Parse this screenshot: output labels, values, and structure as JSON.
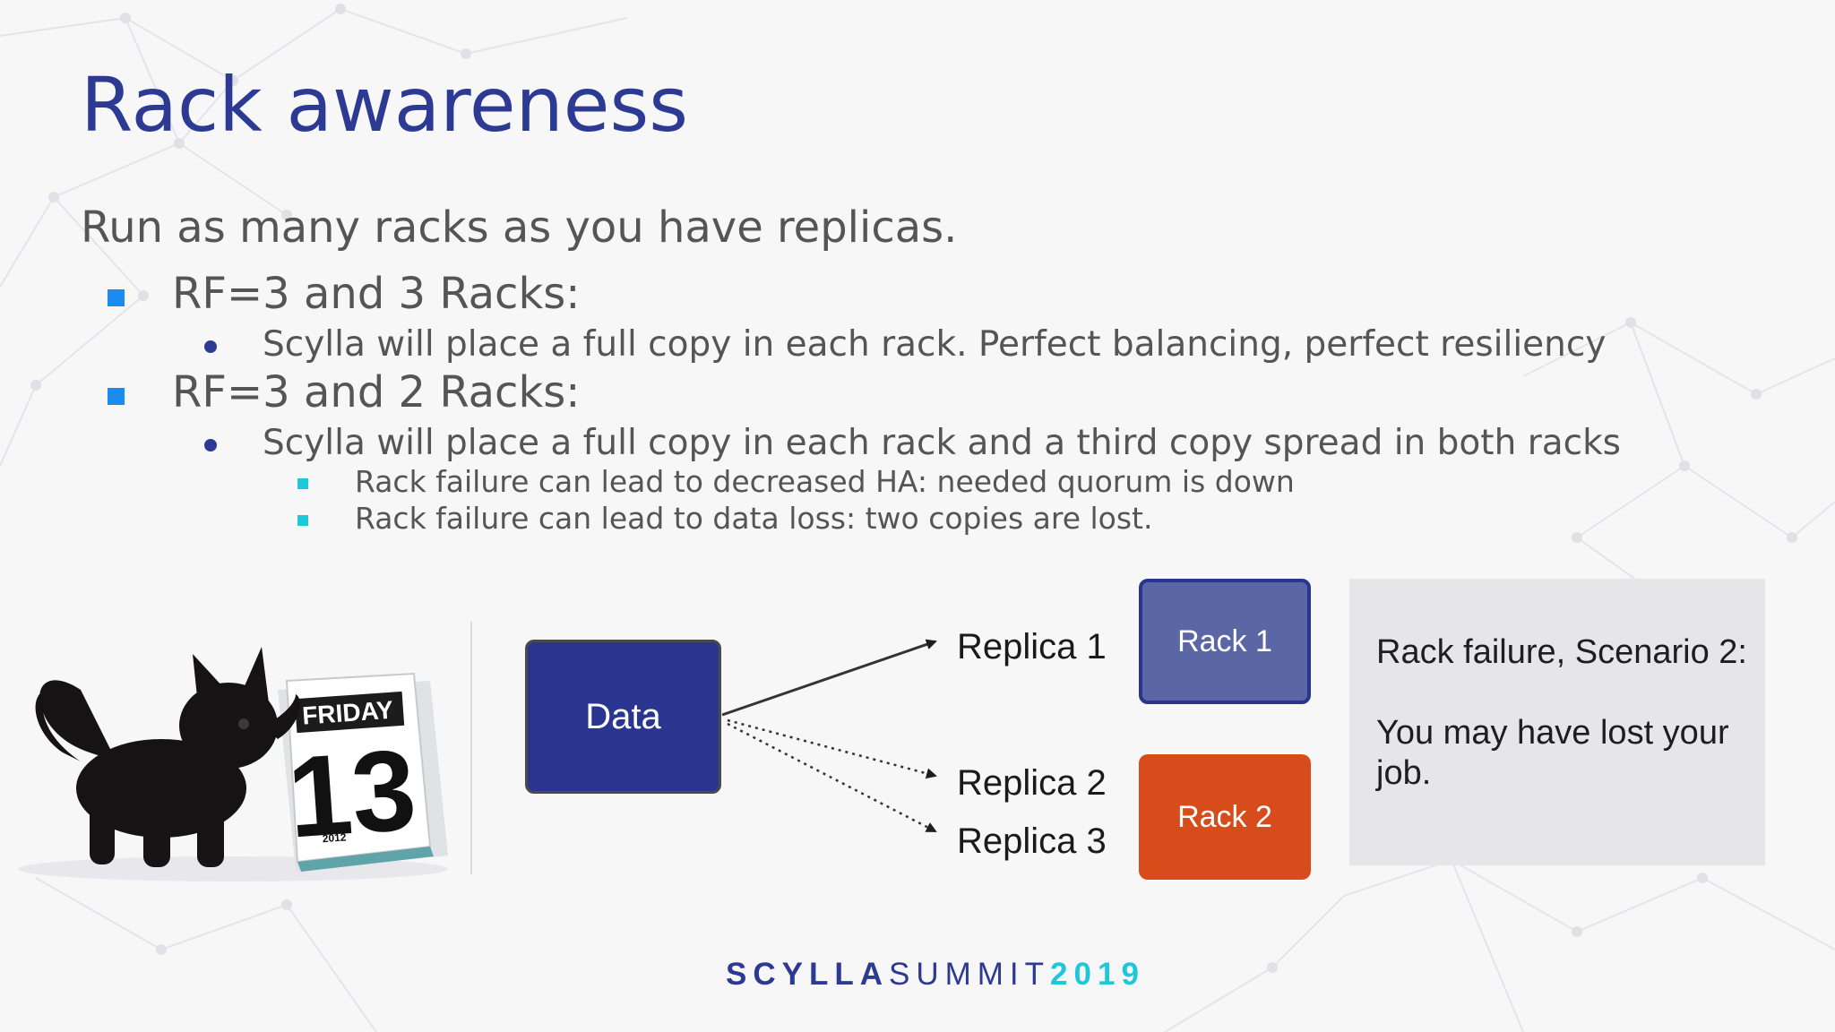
{
  "slide": {
    "title": "Rack awareness",
    "intro": "Run as many racks as you have replicas.",
    "bullets": [
      {
        "text": "RF=3 and 3 Racks:",
        "sub": [
          {
            "text": "Scylla will place a full copy in each rack. Perfect balancing, perfect resiliency"
          }
        ]
      },
      {
        "text": "RF=3 and 2 Racks:",
        "sub": [
          {
            "text": "Scylla will place a full copy in each rack and a third copy spread in both racks",
            "sub": [
              "Rack failure can lead to decreased HA: needed quorum is down",
              "Rack failure can lead to data loss: two copies are lost."
            ]
          }
        ]
      }
    ]
  },
  "diagram": {
    "data_label": "Data",
    "replicas": [
      "Replica 1",
      "Replica 2",
      "Replica 3"
    ],
    "racks": [
      {
        "label": "Rack 1",
        "color": "#5b66a4"
      },
      {
        "label": "Rack 2",
        "color": "#d84c1c"
      }
    ],
    "note_title": "Rack failure, Scenario 2:",
    "note_body": "You may have lost your job."
  },
  "image": {
    "calendar_day": "FRIDAY",
    "calendar_date": "13",
    "calendar_year": "2012"
  },
  "footer": {
    "part1": "SCYLLA",
    "part2": "SUMMIT",
    "part3": "2019"
  },
  "colors": {
    "title": "#2d3a93",
    "bullet_level1": "#1a8cf0",
    "bullet_level3": "#1ec8d8",
    "data_box": "#2a3590"
  }
}
